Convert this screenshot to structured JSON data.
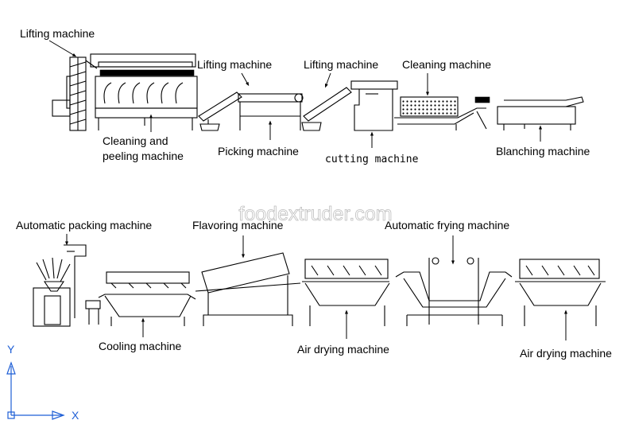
{
  "diagram": {
    "watermark": "foodextruder.com",
    "axis": {
      "y": "Y",
      "x": "X"
    },
    "row1": [
      {
        "id": "lifting-1",
        "label": "Lifting machine"
      },
      {
        "id": "cleaning-peeling",
        "label_lines": [
          "Cleaning and",
          "peeling machine"
        ]
      },
      {
        "id": "lifting-2",
        "label": "Lifting machine"
      },
      {
        "id": "picking",
        "label": "Picking machine"
      },
      {
        "id": "lifting-3",
        "label": "Lifting machine"
      },
      {
        "id": "cutting",
        "label": "cutting machine"
      },
      {
        "id": "cleaning",
        "label": "Cleaning machine"
      },
      {
        "id": "blanching",
        "label": "Blanching machine"
      }
    ],
    "row2": [
      {
        "id": "packing",
        "label": "Automatic packing machine"
      },
      {
        "id": "cooling",
        "label": "Cooling machine"
      },
      {
        "id": "flavoring",
        "label": "Flavoring machine"
      },
      {
        "id": "air-drying-1",
        "label": "Air drying machine"
      },
      {
        "id": "frying",
        "label": "Automatic frying machine"
      },
      {
        "id": "air-drying-2",
        "label": "Air drying machine"
      }
    ]
  }
}
